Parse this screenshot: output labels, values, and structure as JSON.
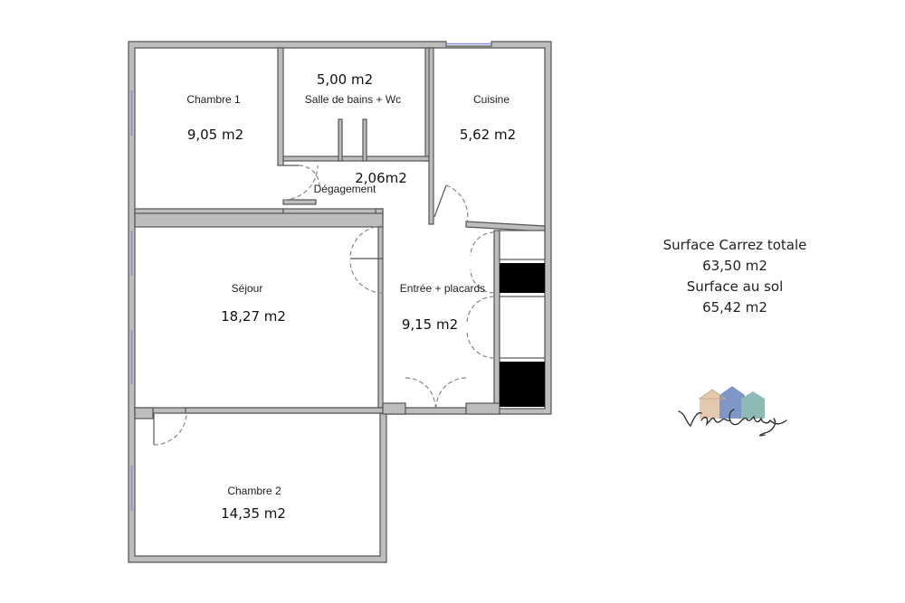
{
  "rooms": {
    "chambre1": {
      "name": "Chambre 1",
      "area": "9,05 m2"
    },
    "sdb": {
      "name": "Salle de bains + Wc",
      "area": "5,00 m2"
    },
    "degagement": {
      "name": "Dégagement",
      "area": "2,06m2"
    },
    "cuisine": {
      "name": "Cuisine",
      "area": "5,62 m2"
    },
    "sejour": {
      "name": "Séjour",
      "area": "18,27 m2"
    },
    "entree": {
      "name": "Entrée + placards",
      "area": "9,15 m2"
    },
    "chambre2": {
      "name": "Chambre 2",
      "area": "14,35 m2"
    }
  },
  "summary": {
    "carrez_label": "Surface Carrez totale",
    "carrez_value": "63,50 m2",
    "sol_label": "Surface au sol",
    "sol_value": "65,42 m2"
  },
  "colors": {
    "wall_fill": "#bdbdbd",
    "wall_stroke": "#555555",
    "window": "#8a8ad8",
    "closet": "#000000",
    "door_arc": "#888888",
    "logo_house_1": "#e3c9b0",
    "logo_house_2": "#7f97c7",
    "logo_house_3": "#8fb9b4"
  },
  "logo": {
    "icon": "house-logo-icon",
    "signature": "Valérie Cortez"
  }
}
